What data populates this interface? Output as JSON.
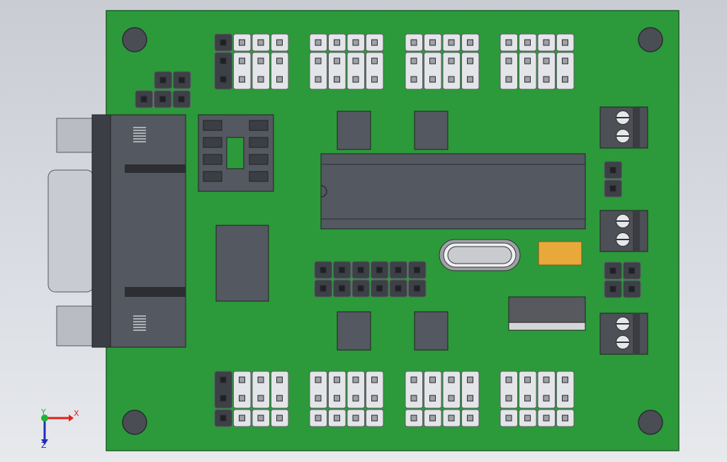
{
  "view": {
    "background": "#d6d9df",
    "board_color": "#2c9a3b",
    "board_edge": "#1b5f25",
    "component_dark": "#545860",
    "pin_header_light": "#e4e5e8",
    "pin_header_dark": "#3d4047",
    "capacitor_color": "#e8a93a"
  },
  "triad": {
    "x_label": "X",
    "y_label": "Y",
    "z_label": "Z",
    "x_color": "#e0201c",
    "y_color": "#21b23a",
    "z_color": "#1f2fb8"
  },
  "components": {
    "mounting_holes": 4,
    "top_headers": 4,
    "bottom_headers": 4,
    "screw_terminals": 3,
    "jumpers": 2,
    "small_ics": 4,
    "dip_ic": "dip-40",
    "crystal": "hc49",
    "db9": "db9"
  }
}
